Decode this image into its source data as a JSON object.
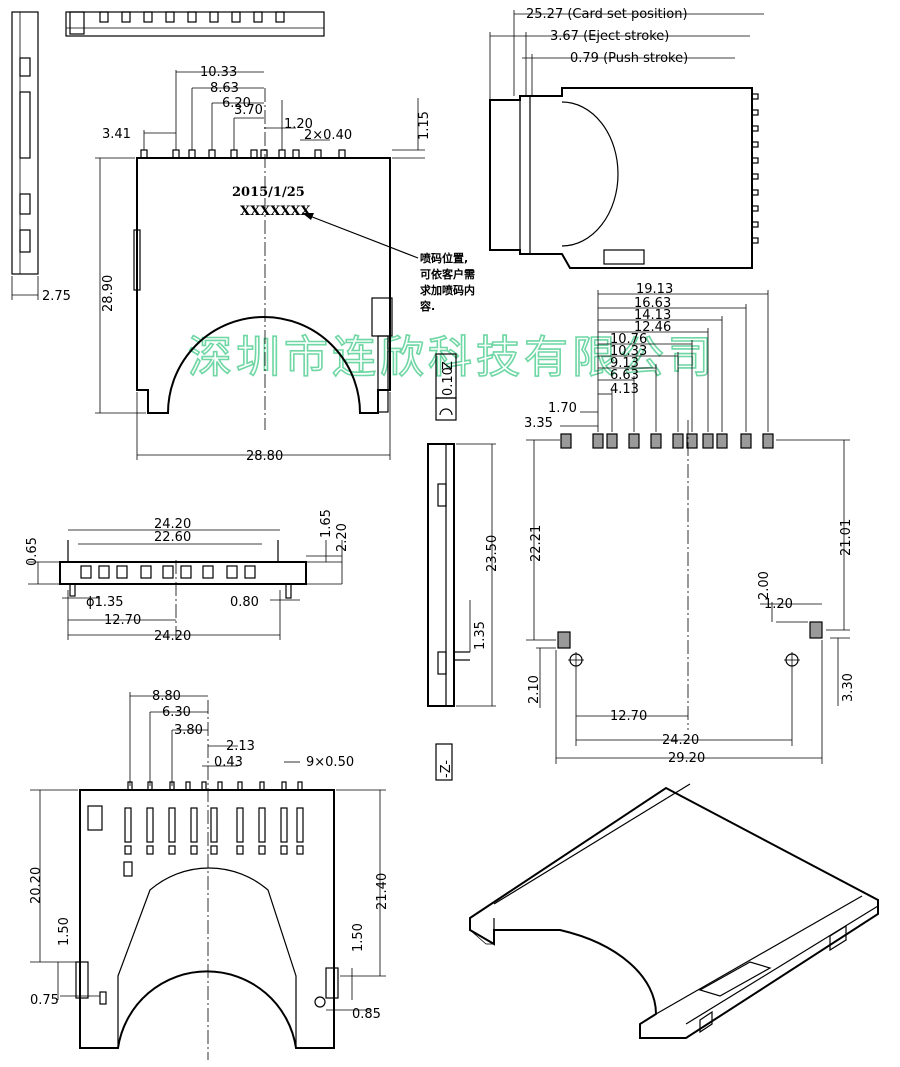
{
  "watermark": "深圳市连欣科技有限公司",
  "stamp": {
    "date": "2015/1/25",
    "code": "XXXXXXX"
  },
  "note": [
    "喷码位置,",
    "可依客户需",
    "求加喷码内",
    "容."
  ],
  "top_view": {
    "pitch": [
      "10.33",
      "8.63",
      "6.20",
      "3.70",
      "1.20",
      "2×0.40"
    ],
    "left": "3.41",
    "corner": "1.15",
    "height": "28.90",
    "width": "28.80",
    "side_depth": "2.75"
  },
  "side_view": {
    "card_set": "25.27 (Card set position)",
    "eject": "3.67 (Eject stroke)",
    "push": "0.79 (Push stroke)"
  },
  "front_view": {
    "outer": "24.20",
    "inner": "22.60",
    "h1": "1.65",
    "h2": "2.20",
    "h3": "0.65",
    "peg": "ϕ1.35",
    "leg": "0.80",
    "half": "12.70",
    "base": "24.20"
  },
  "z_view": {
    "length": "23.50",
    "peg": "1.35",
    "box": "0.10",
    "label_z": "Z",
    "label_zz": "-Z-"
  },
  "pcb": {
    "pitch": [
      "19.13",
      "16.63",
      "14.13",
      "12.46",
      "10.76",
      "10.33",
      "9.13",
      "6.63",
      "4.13",
      "1.70",
      "3.35"
    ],
    "left": "22.21",
    "right": "21.01",
    "pad_h": "2.00",
    "pad_w": "1.20",
    "hole_left": "2.10",
    "hole_right": "3.30",
    "half": "12.70",
    "hole_span": "24.20",
    "total": "29.20"
  },
  "bottom_view": {
    "pitch": [
      "8.80",
      "6.30",
      "3.80",
      "2.13",
      "0.43"
    ],
    "pins": "9×0.50",
    "left": "20.20",
    "right": "21.40",
    "tab_left": "1.50",
    "tab_right": "1.50",
    "peg_left": "0.75",
    "peg_right": "0.85"
  }
}
